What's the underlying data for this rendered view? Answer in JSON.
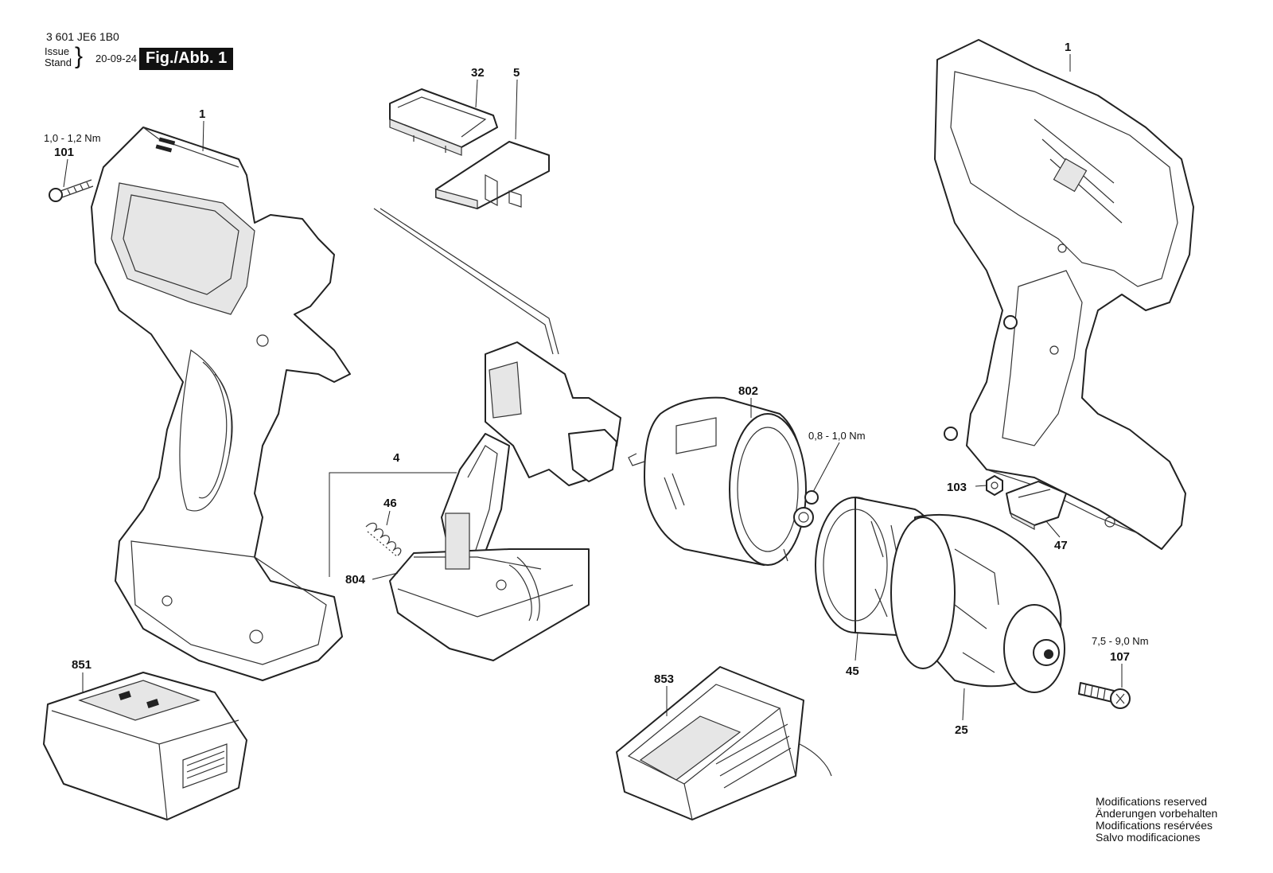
{
  "header": {
    "doc_number": "3 601 JE6 1B0",
    "issue_label": "Issue",
    "stand_label": "Stand",
    "issue_date": "20-09-24",
    "figure_title": "Fig./Abb. 1"
  },
  "parts": {
    "housing_left": "1",
    "housing_right": "1",
    "screw_101": "101",
    "screw_101_torque": "1,0 - 1,2 Nm",
    "part_32": "32",
    "part_5": "5",
    "switch_4": "4",
    "spring_46": "46",
    "part_804": "804",
    "motor_802": "802",
    "motor_torque": "0,8 - 1,0 Nm",
    "nut_103": "103",
    "part_47": "47",
    "gearbox_45": "45",
    "chuck_25": "25",
    "screw_107": "107",
    "screw_107_torque": "7,5 - 9,0 Nm",
    "battery_851": "851",
    "charger_853": "853"
  },
  "footer": {
    "modifications": [
      "Modifications reserved",
      "Änderungen vorbehalten",
      "Modifications resérvées",
      "Salvo modificaciones"
    ]
  }
}
